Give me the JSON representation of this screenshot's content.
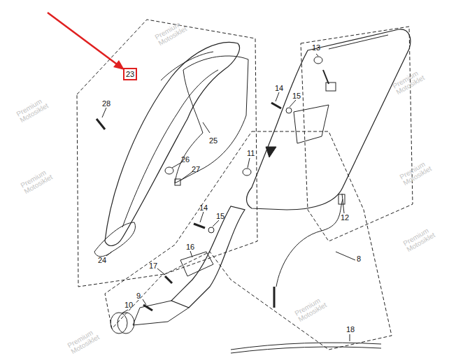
{
  "diagram": {
    "labels": [
      "23",
      "28",
      "25",
      "26",
      "27",
      "24",
      "13",
      "14",
      "15",
      "11",
      "12",
      "8",
      "14",
      "15",
      "16",
      "17",
      "9",
      "10",
      "18",
      "Premium Motosiklet",
      "Premium Motosiklet",
      "Premium Motosiklet",
      "Premium Motosiklet",
      "Premium Motosiklet",
      "Premium Motosiklet",
      "Premium Motosiklet",
      "Premium Motosiklet"
    ]
  }
}
